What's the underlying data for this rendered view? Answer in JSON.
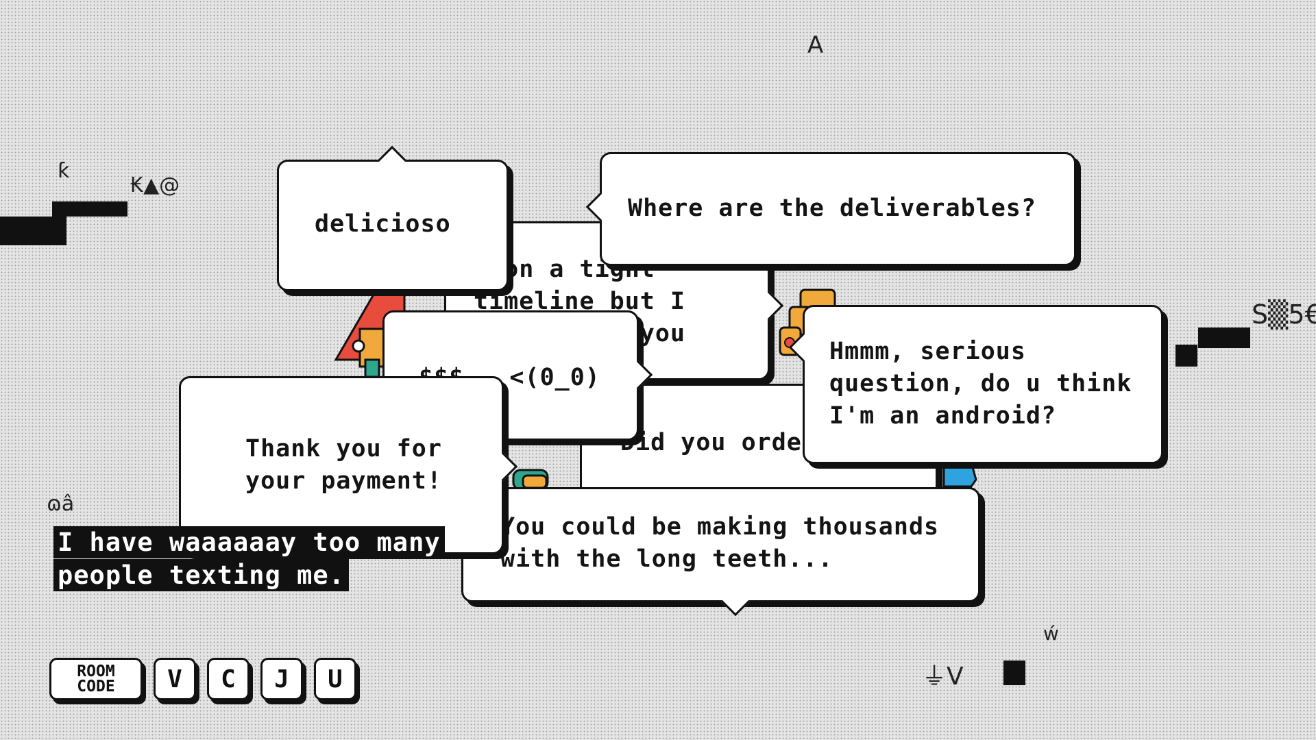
{
  "bubbles": {
    "delicioso": "delicioso",
    "deliverables": "Where are the deliverables?",
    "tight_timeline": "n on a tight\ntimeline but I\n           you",
    "emoticon": "$$$   <(0_0)",
    "did_you_order": "Did you orde",
    "android": "Hmmm, serious\nquestion, do u think\nI'm an android?",
    "payment": "Thank you for\nyour payment!",
    "thousands": "You could be making thousands\nwith the long teeth..."
  },
  "caption": "I have waaaaaay too many people texting me.",
  "room_code": {
    "label": "ROOM CODE",
    "letters": [
      "V",
      "C",
      "J",
      "U"
    ]
  },
  "glitch_glyphs": {
    "top_a": "A",
    "left_k": "ƙ",
    "left_ka": "₭▲@",
    "right_s": "S▒5€",
    "left_omega": "ɷâ",
    "bottom_w": "ẃ",
    "bottom_gv": "⏚V"
  },
  "colors": {
    "background": "#e4e4e4",
    "ink": "#111111",
    "bubble": "#ffffff",
    "accent_red": "#e84c3d",
    "accent_orange": "#f2a93b",
    "accent_teal": "#2fa78e",
    "accent_blue": "#2ea3e0"
  }
}
